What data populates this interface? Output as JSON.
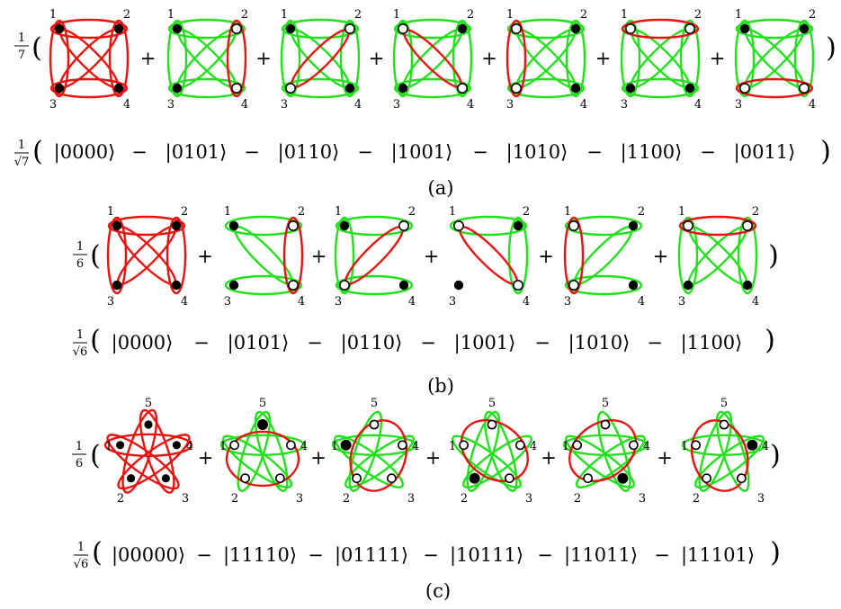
{
  "colors": {
    "red": "#e8130f",
    "green": "#22e01c",
    "black": "#000000",
    "white": "#ffffff"
  },
  "panels": [
    {
      "id": "a",
      "caption": "(a)",
      "prefactor": {
        "num": "1",
        "den": "7"
      },
      "equation": {
        "prefactor": {
          "num": "1",
          "den": "√7"
        },
        "kets": [
          "|0000⟩",
          "|0101⟩",
          "|0110⟩",
          "|1001⟩",
          "|1010⟩",
          "|1100⟩",
          "|0011⟩"
        ],
        "sign": "−"
      },
      "vertex_labels": [
        "1",
        "2",
        "3",
        "4"
      ],
      "plus": "+",
      "graphs": [
        {
          "dots": [
            "filled",
            "filled",
            "filled",
            "filled"
          ],
          "edges": [
            [
              "top",
              "red"
            ],
            [
              "bottom",
              "red"
            ],
            [
              "left",
              "red"
            ],
            [
              "right",
              "red"
            ],
            [
              "diag14",
              "red"
            ],
            [
              "diag23",
              "red"
            ]
          ]
        },
        {
          "dots": [
            "filled",
            "open",
            "filled",
            "open"
          ],
          "edges": [
            [
              "top",
              "green"
            ],
            [
              "bottom",
              "green"
            ],
            [
              "left",
              "green"
            ],
            [
              "diag14",
              "green"
            ],
            [
              "diag23",
              "green"
            ],
            [
              "right",
              "red"
            ]
          ]
        },
        {
          "dots": [
            "filled",
            "open",
            "open",
            "filled"
          ],
          "edges": [
            [
              "top",
              "green"
            ],
            [
              "bottom",
              "green"
            ],
            [
              "left",
              "green"
            ],
            [
              "right",
              "green"
            ],
            [
              "diag14",
              "green"
            ],
            [
              "diag23",
              "red"
            ]
          ]
        },
        {
          "dots": [
            "open",
            "filled",
            "filled",
            "open"
          ],
          "edges": [
            [
              "top",
              "green"
            ],
            [
              "bottom",
              "green"
            ],
            [
              "left",
              "green"
            ],
            [
              "right",
              "green"
            ],
            [
              "diag23",
              "green"
            ],
            [
              "diag14",
              "red"
            ]
          ]
        },
        {
          "dots": [
            "open",
            "filled",
            "open",
            "filled"
          ],
          "edges": [
            [
              "top",
              "green"
            ],
            [
              "bottom",
              "green"
            ],
            [
              "right",
              "green"
            ],
            [
              "diag14",
              "green"
            ],
            [
              "diag23",
              "green"
            ],
            [
              "left",
              "red"
            ]
          ]
        },
        {
          "dots": [
            "open",
            "open",
            "filled",
            "filled"
          ],
          "edges": [
            [
              "bottom",
              "green"
            ],
            [
              "left",
              "green"
            ],
            [
              "right",
              "green"
            ],
            [
              "diag14",
              "green"
            ],
            [
              "diag23",
              "green"
            ],
            [
              "top",
              "red"
            ]
          ]
        },
        {
          "dots": [
            "filled",
            "filled",
            "open",
            "open"
          ],
          "edges": [
            [
              "top",
              "green"
            ],
            [
              "left",
              "green"
            ],
            [
              "right",
              "green"
            ],
            [
              "diag14",
              "green"
            ],
            [
              "diag23",
              "green"
            ],
            [
              "bottom",
              "red"
            ]
          ]
        }
      ]
    },
    {
      "id": "b",
      "caption": "(b)",
      "prefactor": {
        "num": "1",
        "den": "6"
      },
      "equation": {
        "prefactor": {
          "num": "1",
          "den": "√6"
        },
        "kets": [
          "|0000⟩",
          "|0101⟩",
          "|0110⟩",
          "|1001⟩",
          "|1010⟩",
          "|1100⟩"
        ],
        "sign": "−"
      },
      "vertex_labels": [
        "1",
        "2",
        "3",
        "4"
      ],
      "plus": "+",
      "graphs": [
        {
          "dots": [
            "filled",
            "filled",
            "filled",
            "filled"
          ],
          "edges": [
            [
              "top",
              "red"
            ],
            [
              "left",
              "red"
            ],
            [
              "right",
              "red"
            ],
            [
              "diag14",
              "red"
            ],
            [
              "diag23",
              "red"
            ]
          ]
        },
        {
          "dots": [
            "filled",
            "open",
            "filled",
            "open"
          ],
          "edges": [
            [
              "top",
              "green"
            ],
            [
              "bottom",
              "green"
            ],
            [
              "diag14",
              "green"
            ],
            [
              "right",
              "red"
            ]
          ]
        },
        {
          "dots": [
            "filled",
            "open",
            "open",
            "filled"
          ],
          "edges": [
            [
              "top",
              "green"
            ],
            [
              "bottom",
              "green"
            ],
            [
              "left",
              "green"
            ],
            [
              "diag23",
              "red"
            ]
          ]
        },
        {
          "dots": [
            "open",
            "filled",
            "filled",
            "open"
          ],
          "edges": [
            [
              "top",
              "green"
            ],
            [
              "right",
              "green"
            ],
            [
              "diag14",
              "red"
            ]
          ]
        },
        {
          "dots": [
            "open",
            "filled",
            "open",
            "filled"
          ],
          "edges": [
            [
              "top",
              "green"
            ],
            [
              "bottom",
              "green"
            ],
            [
              "diag23",
              "green"
            ],
            [
              "left",
              "red"
            ]
          ]
        },
        {
          "dots": [
            "open",
            "open",
            "filled",
            "filled"
          ],
          "edges": [
            [
              "left",
              "green"
            ],
            [
              "right",
              "green"
            ],
            [
              "diag14",
              "green"
            ],
            [
              "diag23",
              "green"
            ],
            [
              "top",
              "red"
            ]
          ]
        }
      ]
    },
    {
      "id": "c",
      "caption": "(c)",
      "prefactor": {
        "num": "1",
        "den": "6"
      },
      "equation": {
        "prefactor": {
          "num": "1",
          "den": "√6"
        },
        "kets": [
          "|00000⟩",
          "|11110⟩",
          "|01111⟩",
          "|10111⟩",
          "|11011⟩",
          "|11101⟩"
        ],
        "sign": "−"
      },
      "vertex_labels": [
        "1",
        "2",
        "3",
        "4",
        "5"
      ],
      "plus": "+",
      "graphs": [
        {
          "dots": [
            "filled",
            "filled",
            "filled",
            "filled",
            "filled"
          ],
          "big": -1,
          "red": [
            0,
            1,
            2,
            3,
            4
          ]
        },
        {
          "dots": [
            "open",
            "open",
            "open",
            "open",
            "filled"
          ],
          "big": 4,
          "red": [
            1
          ]
        },
        {
          "dots": [
            "filled",
            "open",
            "open",
            "open",
            "open"
          ],
          "big": 0,
          "red": [
            2
          ]
        },
        {
          "dots": [
            "open",
            "filled",
            "open",
            "open",
            "open"
          ],
          "big": 1,
          "red": [
            3
          ]
        },
        {
          "dots": [
            "open",
            "open",
            "filled",
            "open",
            "open"
          ],
          "big": 2,
          "red": [
            4
          ]
        },
        {
          "dots": [
            "open",
            "open",
            "open",
            "filled",
            "open"
          ],
          "big": 3,
          "red": [
            0
          ]
        }
      ]
    }
  ]
}
